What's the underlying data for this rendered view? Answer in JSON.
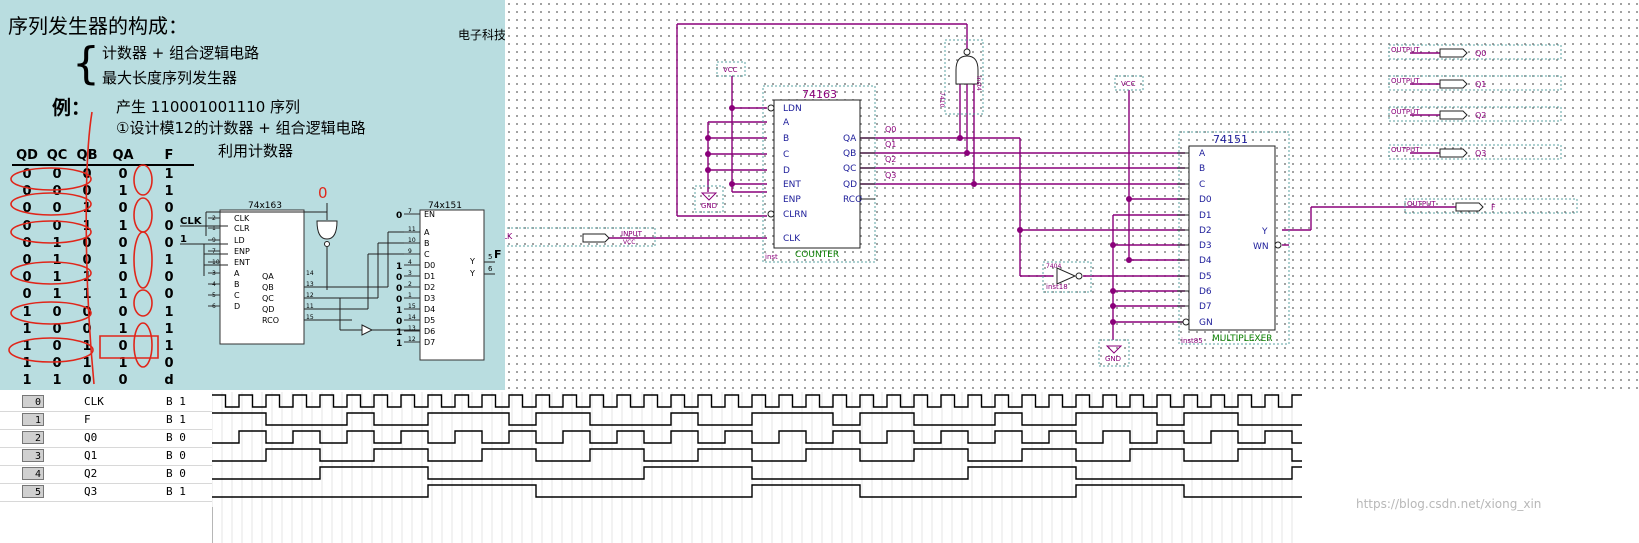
{
  "slide": {
    "title": "序列发生器的构成：",
    "brace": "{",
    "item1": "计数器 + 组合逻辑电路",
    "item2": "最大长度序列发生器",
    "example_label": "例：",
    "example_line1": "产生 110001001110 序列",
    "example_line2": "①设计模12的计数器 + 组合逻辑电路",
    "example_line3": "利用计数器",
    "watermark": "电子科技",
    "table": {
      "headers": [
        "QD",
        "QC",
        "QB",
        "QA",
        "F"
      ],
      "rows": [
        [
          "0",
          "0",
          "0",
          "0",
          "1"
        ],
        [
          "0",
          "0",
          "0",
          "1",
          "1"
        ],
        [
          "0",
          "0",
          "1",
          "0",
          "0"
        ],
        [
          "0",
          "0",
          "1",
          "1",
          "0"
        ],
        [
          "0",
          "1",
          "0",
          "0",
          "0"
        ],
        [
          "0",
          "1",
          "0",
          "1",
          "1"
        ],
        [
          "0",
          "1",
          "1",
          "0",
          "0"
        ],
        [
          "0",
          "1",
          "1",
          "1",
          "0"
        ],
        [
          "1",
          "0",
          "0",
          "0",
          "1"
        ],
        [
          "1",
          "0",
          "0",
          "1",
          "1"
        ],
        [
          "1",
          "0",
          "1",
          "0",
          "1"
        ],
        [
          "1",
          "0",
          "1",
          "1",
          "0"
        ],
        [
          "1",
          "1",
          "0",
          "0",
          "d"
        ]
      ]
    },
    "circuit": {
      "counter_title": "74x163",
      "counter_pins": [
        "CLK",
        "CLR",
        "LD",
        "ENP",
        "ENT",
        "A",
        "B",
        "C",
        "D"
      ],
      "counter_outputs": [
        "QA",
        "QB",
        "QC",
        "QD",
        "RCO"
      ],
      "counter_pin_numbers": [
        "2",
        "1",
        "9",
        "7",
        "10",
        "3",
        "4",
        "5",
        "6"
      ],
      "counter_out_numbers": [
        "14",
        "13",
        "12",
        "11",
        "15"
      ],
      "clk_label": "CLK",
      "one_label": "1",
      "mux_title": "74x151",
      "mux_pins": [
        "EN",
        "A",
        "B",
        "C",
        "D0",
        "D1",
        "D2",
        "D3",
        "D4",
        "D5",
        "D6",
        "D7"
      ],
      "mux_pin_numbers": [
        "7",
        "11",
        "10",
        "9",
        "4",
        "3",
        "2",
        "1",
        "15",
        "14",
        "13",
        "12"
      ],
      "mux_inputs": [
        "0",
        "",
        "",
        "",
        "1",
        "0",
        "0",
        "0",
        "1",
        "0",
        "1",
        "1"
      ],
      "mux_out_y": "Y",
      "mux_out_yn": "Y",
      "mux_out_numbers": [
        "5",
        "6"
      ],
      "f_label": "F",
      "handwritten_zero": "0"
    }
  },
  "schematic": {
    "vcc_label": "VCC",
    "gnd_label": "GND",
    "counter": {
      "title": "74163",
      "inputs": [
        "LDN",
        "A",
        "B",
        "C",
        "D",
        "ENT",
        "ENP",
        "CLRN",
        "CLK"
      ],
      "outputs": [
        "QA",
        "QB",
        "QC",
        "QD",
        "RCO"
      ],
      "footer": "COUNTER",
      "inst": "inst"
    },
    "nets": [
      "Q0",
      "Q1",
      "Q2",
      "Q3"
    ],
    "nand_label": "7410",
    "nand_inst": "inst4",
    "not_label": "7404",
    "not_inst": "inst18",
    "mux": {
      "title": "74151",
      "inputs": [
        "A",
        "B",
        "C",
        "D0",
        "D1",
        "D2",
        "D3",
        "D4",
        "D5",
        "D6",
        "D7",
        "GN"
      ],
      "outputs": [
        "Y",
        "WN"
      ],
      "footer": "MULTIPLEXER",
      "inst": "inst85"
    },
    "input_pin": {
      "name": "CLK",
      "type": "INPUT",
      "sub": "VCC"
    },
    "output_type": "OUTPUT",
    "outputs": [
      "Q0",
      "Q1",
      "Q2",
      "Q3",
      "F"
    ]
  },
  "waveform": {
    "signals": [
      {
        "index": "0",
        "name": "CLK",
        "value": "B 1"
      },
      {
        "index": "1",
        "name": "F",
        "value": "B 1"
      },
      {
        "index": "2",
        "name": "Q0",
        "value": "B 0"
      },
      {
        "index": "3",
        "name": "Q1",
        "value": "B 0"
      },
      {
        "index": "4",
        "name": "Q2",
        "value": "B 0"
      },
      {
        "index": "5",
        "name": "Q3",
        "value": "B 1"
      }
    ],
    "watermark": "https://blog.csdn.net/xiong_xin"
  }
}
